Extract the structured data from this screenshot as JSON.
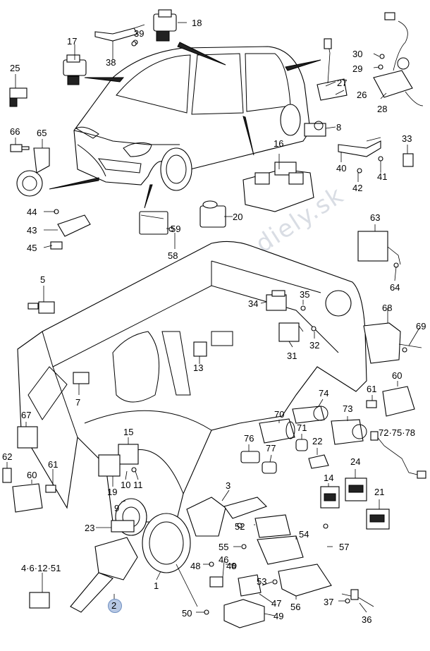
{
  "diagram": {
    "watermark": "www.suzuki-diely.sk",
    "selected_label": "2",
    "labels": {
      "l1": "1",
      "l2": "2",
      "l3": "3",
      "l4": "4·6·12·51",
      "l5": "5",
      "l7": "7",
      "l8": "8",
      "l9": "9",
      "l10": "10",
      "l11": "11",
      "l13": "13",
      "l14": "14",
      "l15": "15",
      "l16": "16",
      "l17": "17",
      "l18": "18",
      "l19": "19",
      "l20": "20",
      "l21": "21",
      "l22": "22",
      "l23": "23",
      "l24": "24",
      "l25": "25",
      "l26": "26",
      "l27": "27",
      "l28": "28",
      "l29": "29",
      "l30": "30",
      "l31": "31",
      "l32": "32",
      "l33": "33",
      "l34": "34",
      "l35": "35",
      "l36": "36",
      "l37": "37",
      "l38": "38",
      "l39": "39",
      "l40": "40",
      "l41": "41",
      "l42": "42",
      "l43": "43",
      "l44": "44",
      "l45": "45",
      "l46": "46",
      "l47": "47",
      "l48a": "48",
      "l48b": "48",
      "l49": "49",
      "l50": "50",
      "l52": "52",
      "l53": "53",
      "l54": "54",
      "l55": "55",
      "l56": "56",
      "l57": "57",
      "l58": "58",
      "l59": "59",
      "l60a": "60",
      "l60b": "60",
      "l61a": "61",
      "l61b": "61",
      "l62": "62",
      "l63": "63",
      "l64": "64",
      "l65": "65",
      "l66": "66",
      "l67": "67",
      "l68": "68",
      "l69": "69",
      "l70": "70",
      "l71": "71",
      "l72": "72·75·78",
      "l73": "73",
      "l74": "74",
      "l76": "76",
      "l77": "77"
    }
  }
}
